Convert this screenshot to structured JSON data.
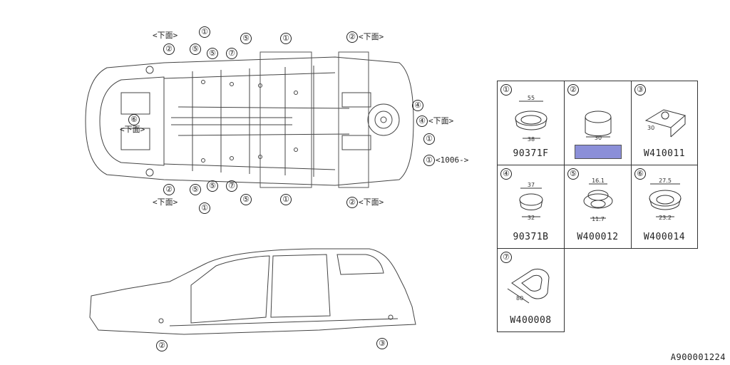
{
  "callouts": {
    "top_left_sub": {
      "num": "②",
      "text": "<下面>"
    },
    "top_left_1": {
      "num": "①"
    },
    "top_2": {
      "num": "②"
    },
    "top_5a": {
      "num": "⑤"
    },
    "top_5b": {
      "num": "⑤"
    },
    "top_7": {
      "num": "⑦"
    },
    "top_5c": {
      "num": "⑤"
    },
    "top_1": {
      "num": "①"
    },
    "top_right_2": {
      "num": "②",
      "text": "<下面>"
    },
    "right_4": {
      "num": "④"
    },
    "right_4_sub": {
      "num": "④",
      "text": "<下面>"
    },
    "right_1": {
      "num": "①"
    },
    "right_1_ref": {
      "num": "①",
      "text": "<1006->"
    },
    "left_6": {
      "num": "⑥",
      "text": "<下面>"
    },
    "bot_2": {
      "num": "②"
    },
    "bot_2_sub": {
      "text": "<下面>"
    },
    "bot_5a": {
      "num": "⑤"
    },
    "bot_5b": {
      "num": "⑤"
    },
    "bot_1a": {
      "num": "①"
    },
    "bot_7": {
      "num": "⑦"
    },
    "bot_5c": {
      "num": "⑤"
    },
    "bot_1": {
      "num": "①"
    },
    "bot_right_2": {
      "num": "②",
      "text": "<下面>"
    },
    "side_2": {
      "num": "②"
    },
    "side_3": {
      "num": "③"
    }
  },
  "parts": [
    {
      "num": "①",
      "part_no": "90371F",
      "dims": [
        "55",
        "38"
      ]
    },
    {
      "num": "②",
      "part_no": "",
      "dims": [
        "30"
      ],
      "highlight": "#8b8fd8"
    },
    {
      "num": "③",
      "part_no": "W410011",
      "dims": [
        "30"
      ]
    },
    {
      "num": "④",
      "part_no": "90371B",
      "dims": [
        "37",
        "32"
      ]
    },
    {
      "num": "⑤",
      "part_no": "W400012",
      "dims": [
        "16.1",
        "11.7"
      ]
    },
    {
      "num": "⑥",
      "part_no": "W400014",
      "dims": [
        "27.5",
        "23.2"
      ]
    },
    {
      "num": "⑦",
      "part_no": "W400008",
      "dims": [
        "80"
      ]
    }
  ],
  "doc_id": "A900001224"
}
